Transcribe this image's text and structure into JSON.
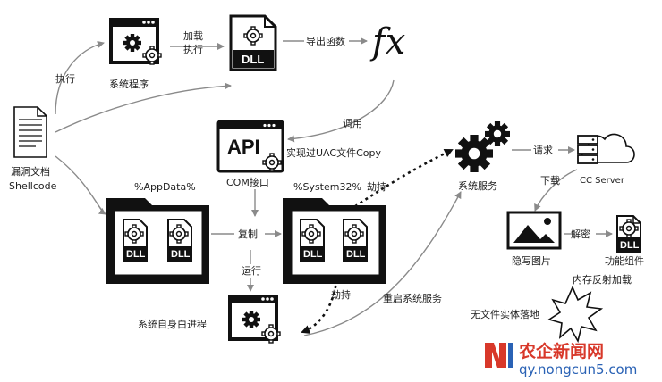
{
  "labels": {
    "exec": "执行",
    "sys_prog": "系统程序",
    "load_exec_1": "加载",
    "load_exec_2": "执行",
    "export_fn": "导出函数",
    "fx": "fx",
    "call": "调用",
    "uac_copy": "实现过UAC文件Copy",
    "api": "API",
    "com_interface": "COM接口",
    "doc_1": "漏洞文档",
    "doc_2": "Shellcode",
    "appdata": "%AppData%",
    "system32": "%System32%",
    "hijack_top": "劫持",
    "copy": "复制",
    "run": "运行",
    "hijack_bottom": "劫持",
    "restart_service": "重启系统服务",
    "self_white_proc": "系统自身白进程",
    "sys_service": "系统服务",
    "request": "请求",
    "cc_server": "CC Server",
    "download": "下载",
    "stego_image": "隐写图片",
    "decrypt": "解密",
    "func_component": "功能组件",
    "mem_reflect": "内存反射加载",
    "fileless": "无文件实体落地",
    "dll": "DLL"
  },
  "watermark": {
    "brand_text": "农企新闻网",
    "url": "qy.nongcun5.com"
  },
  "colors": {
    "ink": "#111111",
    "line": "#8a8a8a",
    "watermark_red": "#d8382a",
    "watermark_blue": "#2a62b5"
  },
  "icons": [
    "document-icon",
    "gear-window-icon",
    "dll-file-icon",
    "fx-symbol",
    "api-window-icon",
    "folder-icon",
    "gears-icon",
    "cloud-server-icon",
    "image-icon",
    "starburst-icon"
  ]
}
